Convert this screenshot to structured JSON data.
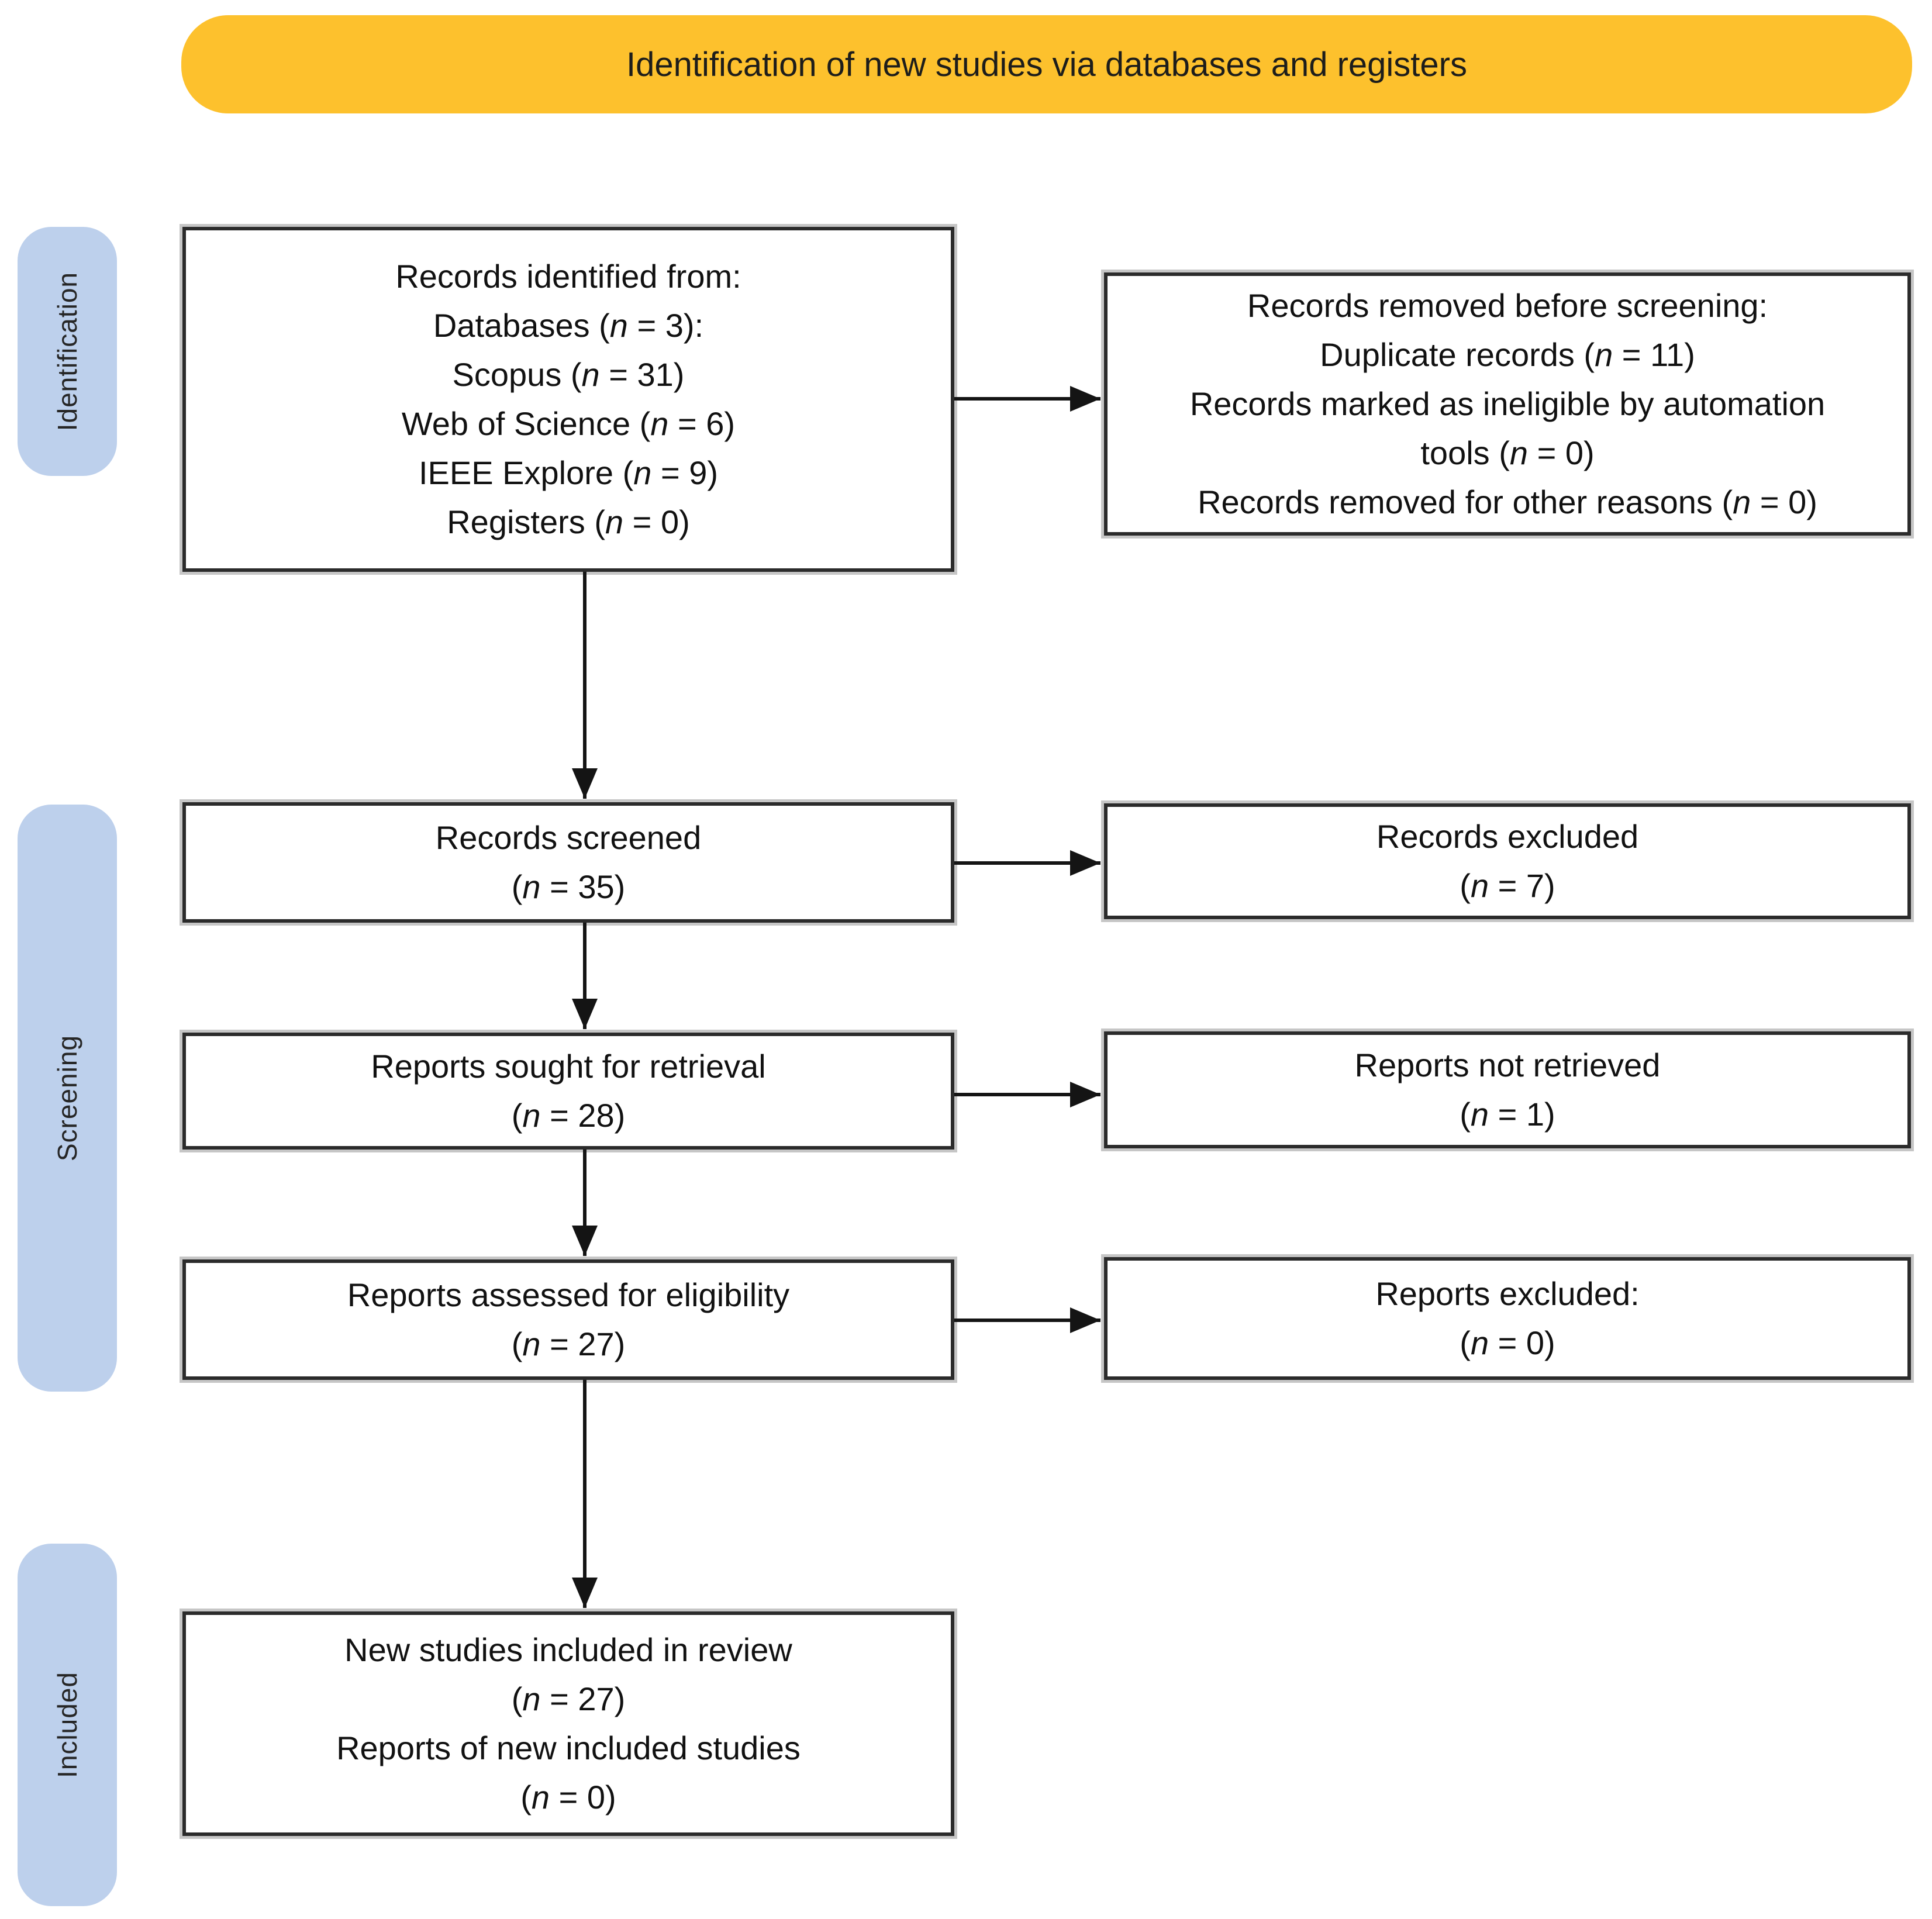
{
  "banner": {
    "title": "Identification of new studies via databases and registers"
  },
  "stages": [
    {
      "label": "Identification"
    },
    {
      "label": "Screening"
    },
    {
      "label": "Included"
    }
  ],
  "boxes": {
    "identified": {
      "lines": [
        "Records identified from:",
        "Databases (n = 3):",
        "Scopus (n = 31)",
        "Web of Science (n = 6)",
        "IEEE Explore (n = 9)",
        "Registers (n = 0)"
      ]
    },
    "removed": {
      "lines": [
        "Records removed before screening:",
        "Duplicate records (n = 11)",
        "Records marked as ineligible by automation",
        "tools (n = 0)",
        "Records removed for other reasons (n = 0)"
      ]
    },
    "screened": {
      "lines": [
        "Records screened",
        "(n = 35)"
      ]
    },
    "records_excluded": {
      "lines": [
        "Records excluded",
        "(n = 7)"
      ]
    },
    "sought": {
      "lines": [
        "Reports sought for retrieval",
        "(n = 28)"
      ]
    },
    "not_retrieved": {
      "lines": [
        "Reports not retrieved",
        "(n = 1)"
      ]
    },
    "assessed": {
      "lines": [
        "Reports assessed for eligibility",
        "(n = 27)"
      ]
    },
    "reports_excluded": {
      "lines": [
        "Reports excluded:",
        "(n = 0)"
      ]
    },
    "included": {
      "lines": [
        "New studies included in review",
        "(n = 27)",
        "Reports of new included studies",
        "(n = 0)"
      ]
    }
  },
  "colors": {
    "banner_bg": "#FDC12D",
    "stage_bg": "#BDD0EC",
    "box_border": "#2B2B2B",
    "arrow": "#141414",
    "text": "#111111"
  }
}
